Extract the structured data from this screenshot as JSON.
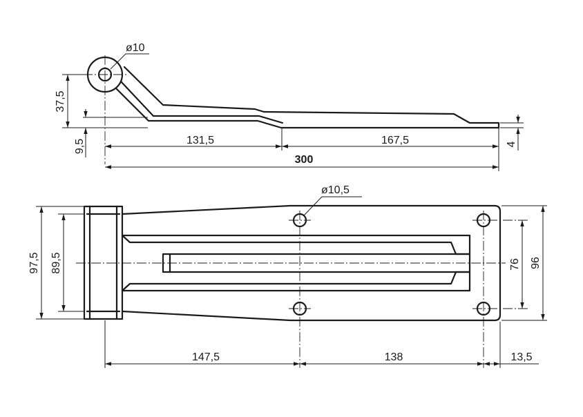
{
  "side_view": {
    "hole_diameter": "ø10",
    "height": "37,5",
    "offset": "9,5",
    "thickness": "4",
    "length_left": "131,5",
    "length_right": "167,5",
    "length_total": "300"
  },
  "top_view": {
    "hole_diameter": "ø10,5",
    "width_knuckle": "97,5",
    "width_leaf_start": "89,5",
    "hole_spacing": "76",
    "width_end": "96",
    "hole_pos_1": "147,5",
    "hole_spacing_length": "138",
    "end_margin": "13,5"
  }
}
